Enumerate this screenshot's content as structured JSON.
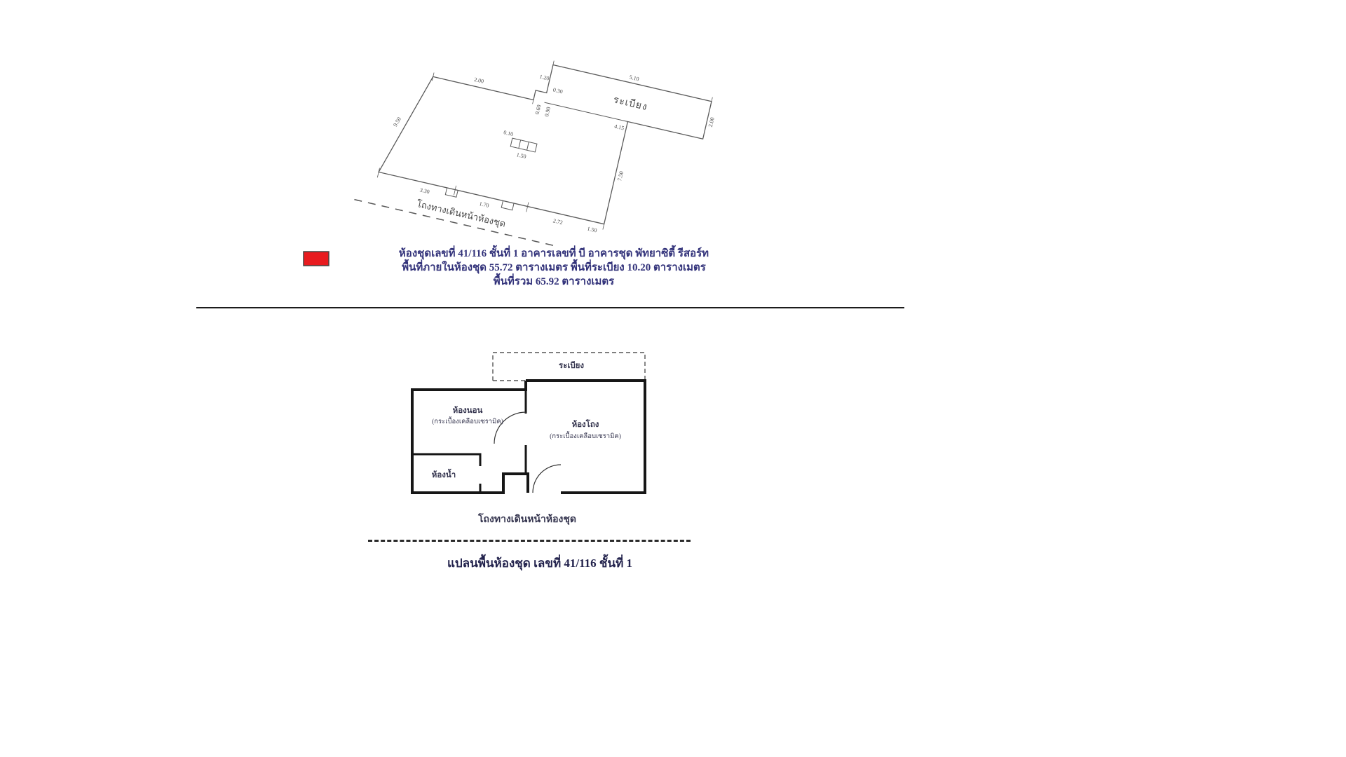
{
  "survey": {
    "balcony_label": "ระเบียง",
    "corridor_label": "โถงทางเดินหน้าห้องชุด",
    "dims": [
      "2.00",
      "1.20",
      "0.30",
      "0.60",
      "0.90",
      "0.10",
      "1.50",
      "5.10",
      "2.00",
      "4.15",
      "7.50",
      "9.50",
      "3.30",
      "1.70",
      "2.72",
      "1.50"
    ]
  },
  "legend": {
    "swatch_color": "#e81b1f",
    "lines": [
      "ห้องชุดเลขที่ 41/116 ชั้นที่ 1 อาคารเลขที่ บี อาคารชุด พัทยาซิตี้ รีสอร์ท",
      "พื้นที่ภายในห้องชุด 55.72 ตารางเมตร พื้นที่ระเบียง 10.20 ตารางเมตร",
      "พื้นที่รวม 65.92 ตารางเมตร"
    ]
  },
  "plan": {
    "balcony": "ระเบียง",
    "bedroom": "ห้องนอน",
    "bedroom_note": "(กระเบื้องเคลือบเซรามิค)",
    "hall": "ห้องโถง",
    "hall_note": "(กระเบื้องเคลือบเซรามิค)",
    "bathroom": "ห้องน้ำ",
    "corridor": "โถงทางเดินหน้าห้องชุด",
    "caption": "แปลนพื้นห้องชุด เลขที่ 41/116 ชั้นที่ 1"
  }
}
